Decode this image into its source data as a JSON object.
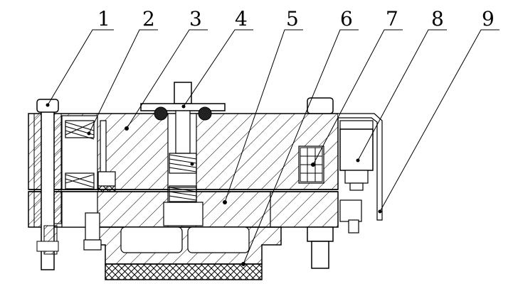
{
  "figure": {
    "callouts": [
      {
        "number": "1"
      },
      {
        "number": "2"
      },
      {
        "number": "3"
      },
      {
        "number": "4"
      },
      {
        "number": "5"
      },
      {
        "number": "6"
      },
      {
        "number": "7"
      },
      {
        "number": "8"
      },
      {
        "number": "9"
      }
    ],
    "colors": {
      "line": "#000000",
      "background": "#ffffff"
    }
  }
}
